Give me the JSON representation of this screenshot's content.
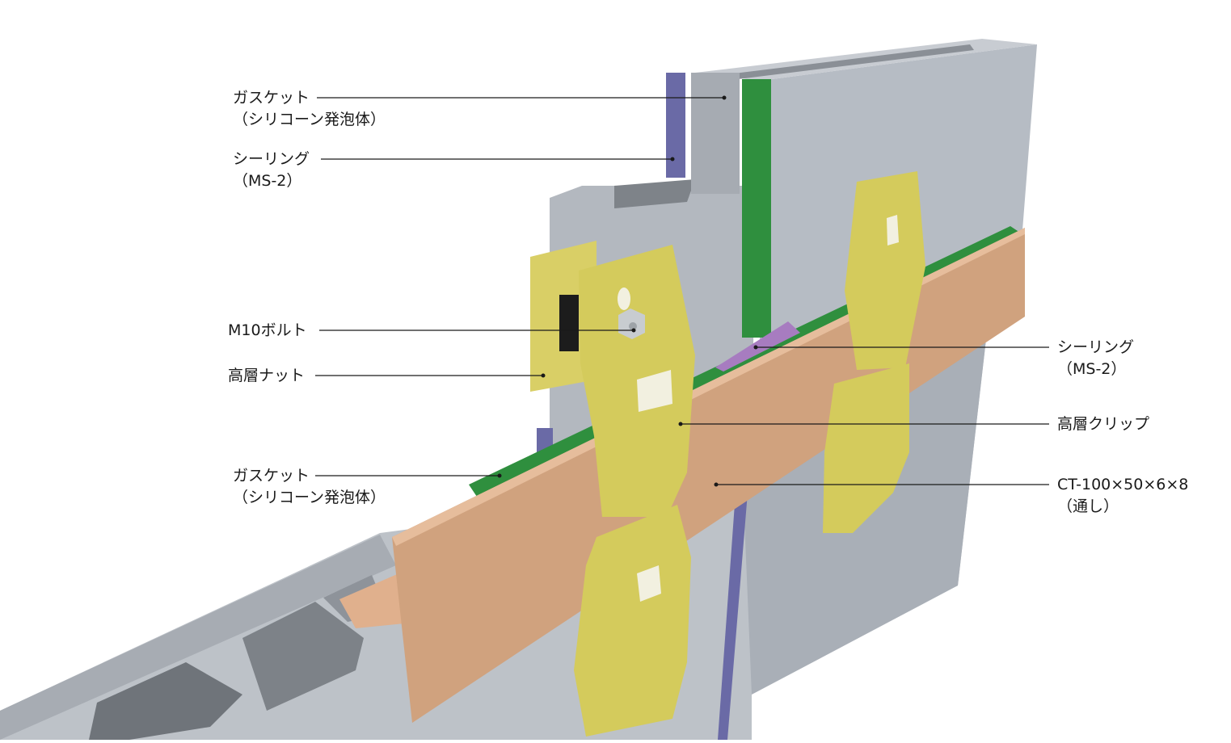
{
  "labels": {
    "gasket_top": {
      "line1": "ガスケット",
      "line2": "（シリコーン発泡体）"
    },
    "sealing_top": {
      "line1": "シーリング",
      "line2": "（MS-2）"
    },
    "bolt": {
      "line1": "M10ボルト"
    },
    "nut": {
      "line1": "高層ナット"
    },
    "gasket_bottom": {
      "line1": "ガスケット",
      "line2": "（シリコーン発泡体）"
    },
    "sealing_right": {
      "line1": "シーリング",
      "line2": "（MS-2）"
    },
    "clip": {
      "line1": "高層クリップ"
    },
    "ct_beam": {
      "line1": "CT-100×50×6×8",
      "line2": "（通し）"
    }
  },
  "colors": {
    "panel": "#bcc1c8",
    "panel_dark": "#8d9299",
    "gasket": "#6a6aa6",
    "green_gasket": "#2f8f3e",
    "sealing": "#a77cc0",
    "clip": "#d9cf66",
    "ct_beam": "#d0a27e",
    "bolt": "#c8ccd0"
  }
}
